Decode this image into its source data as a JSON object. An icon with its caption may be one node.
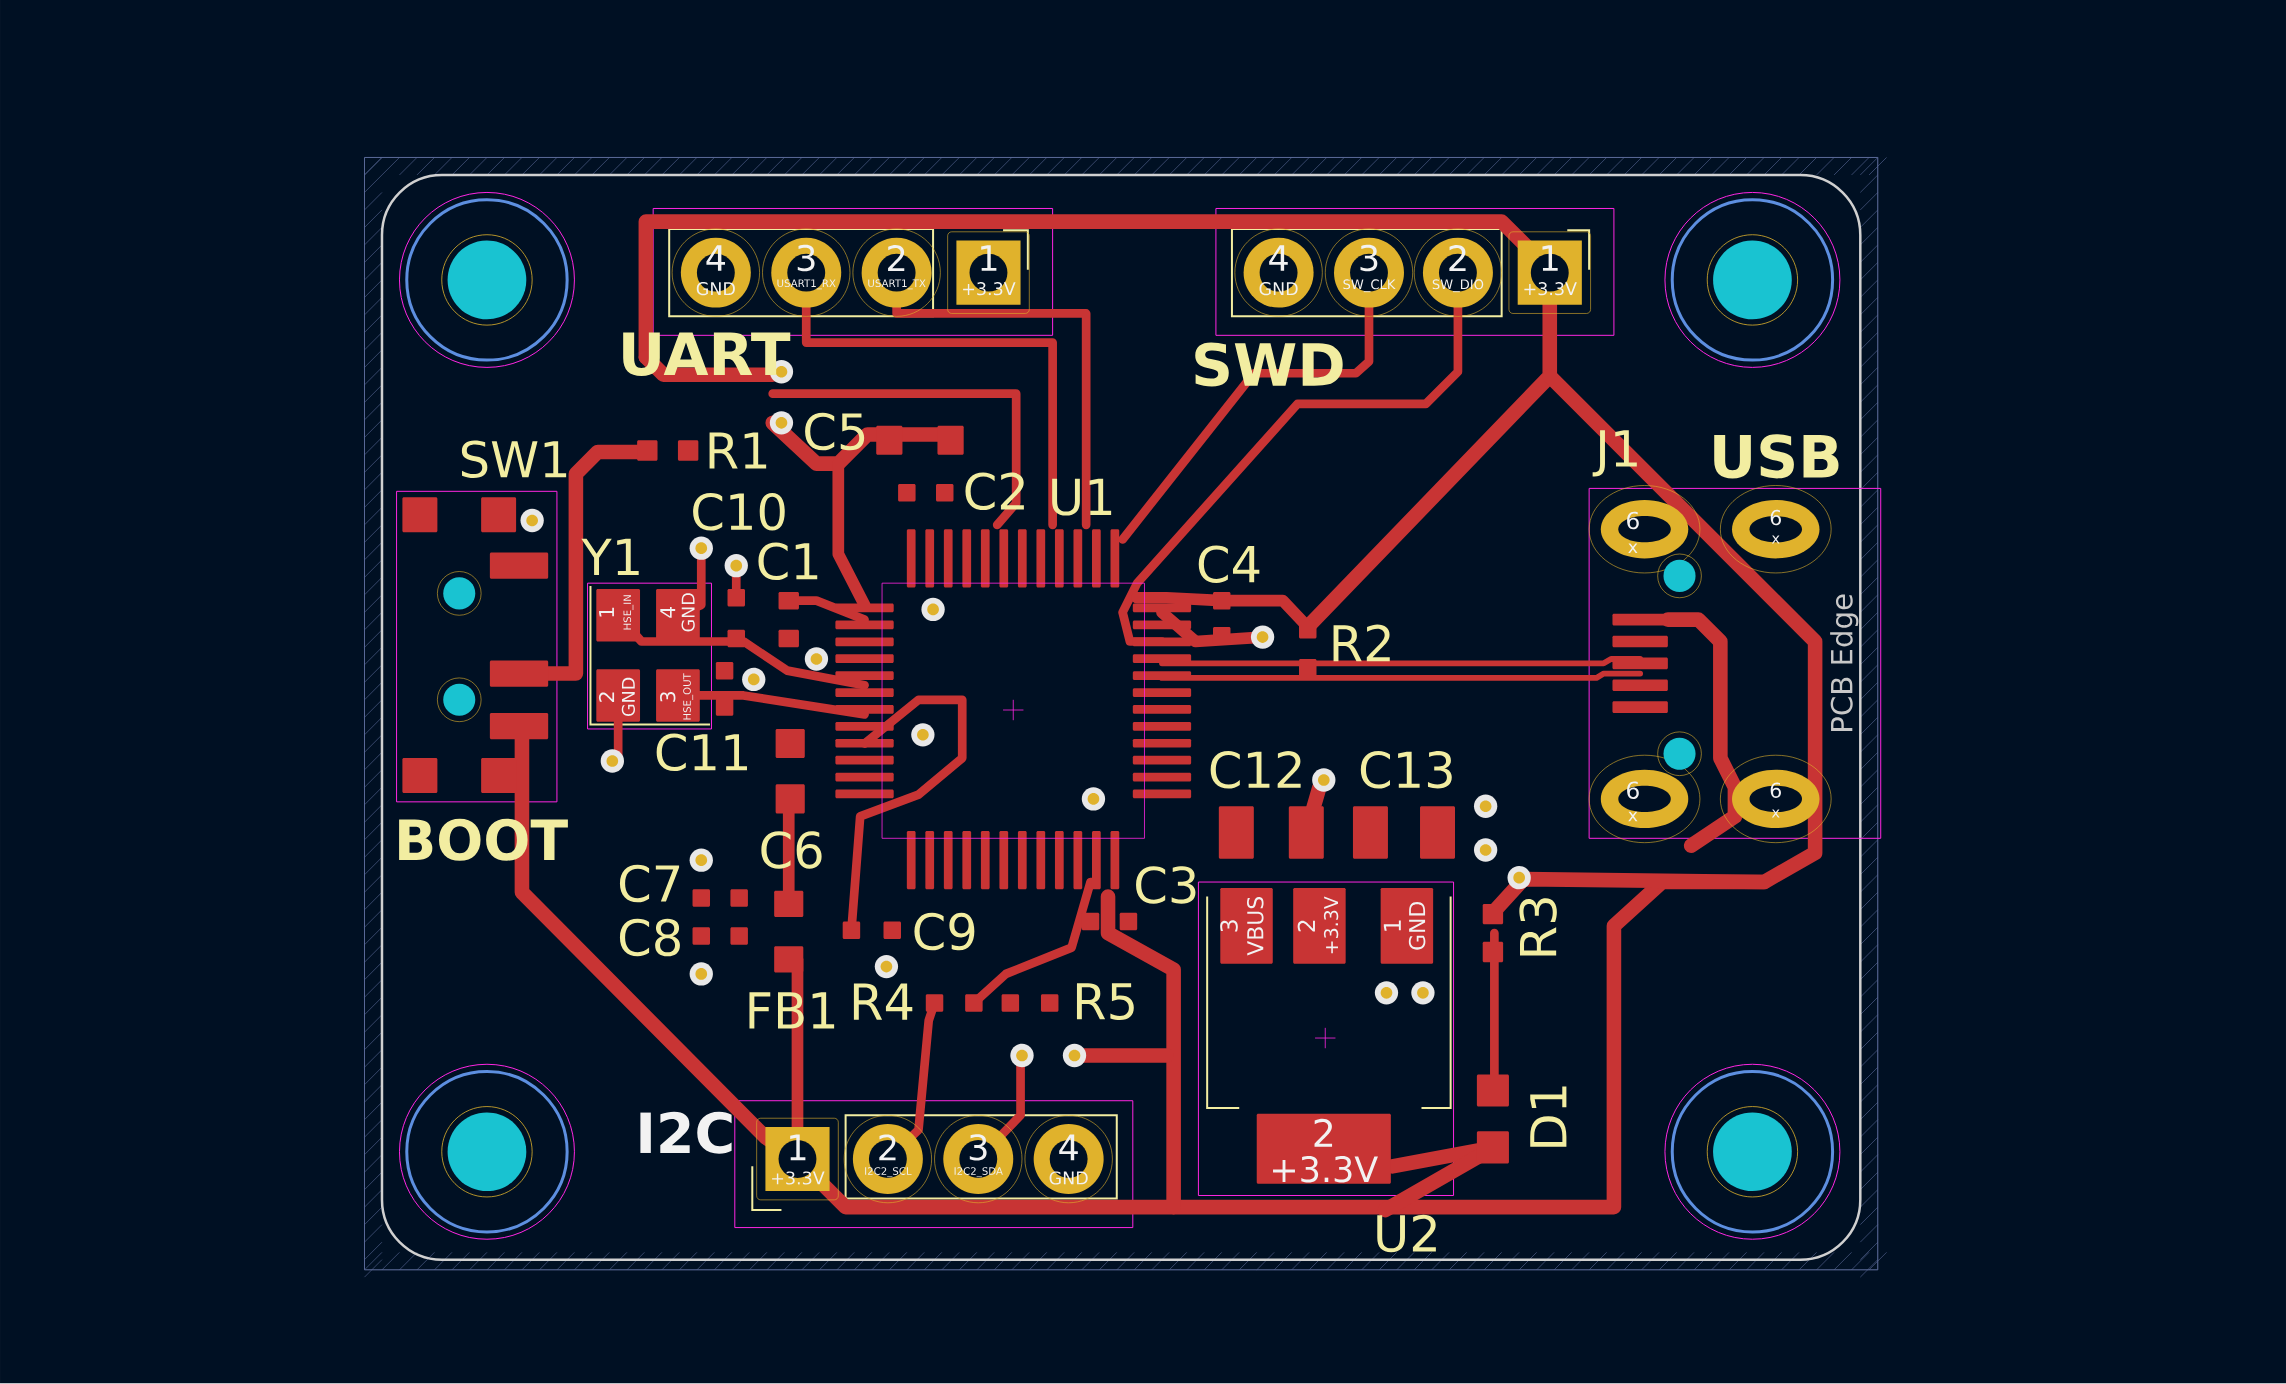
{
  "diagram": {
    "labels": [
      "UART",
      "SWD",
      "4",
      "GND",
      "3",
      "USART1_RX",
      "2",
      "USART1_TX",
      "1",
      "+3.3V",
      "4",
      "GND",
      "3",
      "SW_CLK",
      "2",
      "SW_DIO",
      "1",
      "+3.3V",
      "SW1",
      "R1",
      "C5",
      "J1",
      "USB",
      "C10",
      "C2",
      "U1",
      "Y1",
      "C1",
      "C4",
      "R2",
      "6",
      "x",
      "6",
      "x",
      "1",
      "HSE_IN",
      "4",
      "GND",
      "2",
      "GND",
      "3",
      "HSE_OUT",
      "PCB Edge",
      "C11",
      "C12",
      "C13",
      "6",
      "x",
      "6",
      "x",
      "BOOT",
      "C6",
      "C7",
      "C3",
      "3",
      "VBUS",
      "2",
      "+3.3V",
      "1",
      "GND",
      "R3",
      "C8",
      "C9",
      "FB1",
      "R4",
      "R5",
      "I2C",
      "1",
      "2",
      "3",
      "4",
      "2",
      "D1",
      "+3.3V",
      "I2C2_SCL",
      "I2C2_SDA",
      "GND",
      "+3.3V",
      "U2"
    ]
  }
}
